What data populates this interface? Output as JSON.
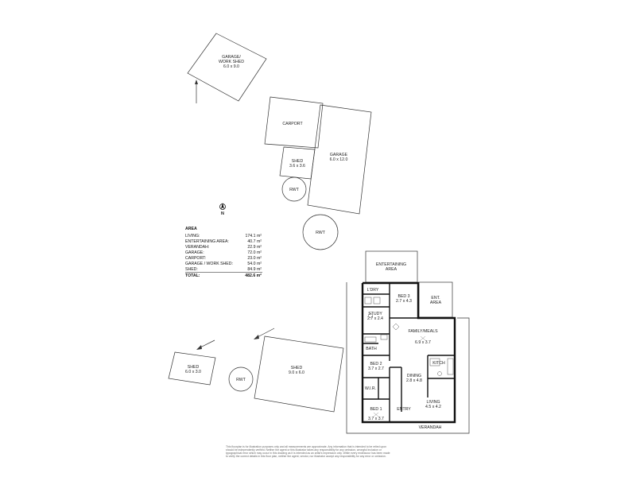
{
  "structures": {
    "garage_work_shed": {
      "name": "GARAGE/\nWORK SHED",
      "name_line1": "GARAGE/",
      "name_line2": "WORK SHED",
      "size": "6.0 x 9.0"
    },
    "carport": {
      "name": "CARPORT"
    },
    "garage": {
      "name": "GARAGE",
      "size": "6.0 x 12.0"
    },
    "shed_small": {
      "name": "SHED",
      "size": "3.6 x 3.6"
    },
    "rwt": "RWT",
    "shed_left": {
      "name": "SHED",
      "size": "6.0 x 3.0"
    },
    "shed_right": {
      "name": "SHED",
      "size": "9.0 x 6.0"
    }
  },
  "compass": {
    "label": "N"
  },
  "area": {
    "heading": "AREA",
    "rows": [
      {
        "label": "LIVING:",
        "value": "174.1 m²"
      },
      {
        "label": "ENTERTAINING AREA:",
        "value": "40.7 m²"
      },
      {
        "label": "VERANDAH:",
        "value": "22.9 m²"
      },
      {
        "label": "GARAGE:",
        "value": "72.0 m²"
      },
      {
        "label": "CARPORT:",
        "value": "23.0 m²"
      },
      {
        "label": "GARAGE / WORK SHED:",
        "value": "54.0 m²"
      },
      {
        "label": "SHED:",
        "value": "84.9 m²"
      }
    ],
    "total": {
      "label": "TOTAL:",
      "value": "482.6 m²"
    }
  },
  "rooms": {
    "entertaining": {
      "line1": "ENTERTAINING",
      "line2": "AREA"
    },
    "ent_area": {
      "line1": "ENT.",
      "line2": "AREA"
    },
    "ldry": "L'DRY",
    "bed3": {
      "name": "BED 3",
      "size": "2.7 x 4.3"
    },
    "study": {
      "name": "STUDY",
      "size": "2.7 x 2.4"
    },
    "family": {
      "name": "FAMILY/MEALS",
      "size": "6.9 x 3.7"
    },
    "bath": "BATH",
    "bed2": {
      "name": "BED 2",
      "size": "3.7 x 2.7"
    },
    "kitch": "KITCH",
    "dining": {
      "name": "DINING",
      "size": "2.8 x 4.8"
    },
    "wir": "W.I.R.",
    "living": {
      "name": "LIVING",
      "size": "4.5 x 4.2"
    },
    "bed1": {
      "name": "BED 1",
      "size": "3.7 x 3.7"
    },
    "entry": "ENTRY",
    "verandah": "VERANDAH"
  },
  "disclaimer": {
    "line1": "This floorplan is for illustration purposes only and all measurements are approximate. Any information that is intended to be relied upon",
    "line2": "should be independently verified. Neither the agent or this illustrator takes any responsibility for any omission, wrongful inclusion or",
    "line3": "typographical error which may occur in this drawing as it is intended as an artist's impression only. While every endeavour has been made",
    "line4": "to verify the correct details in this floor plan, neither the agent, vendor, nor illustrator accept any responsibility for any error or omission."
  }
}
